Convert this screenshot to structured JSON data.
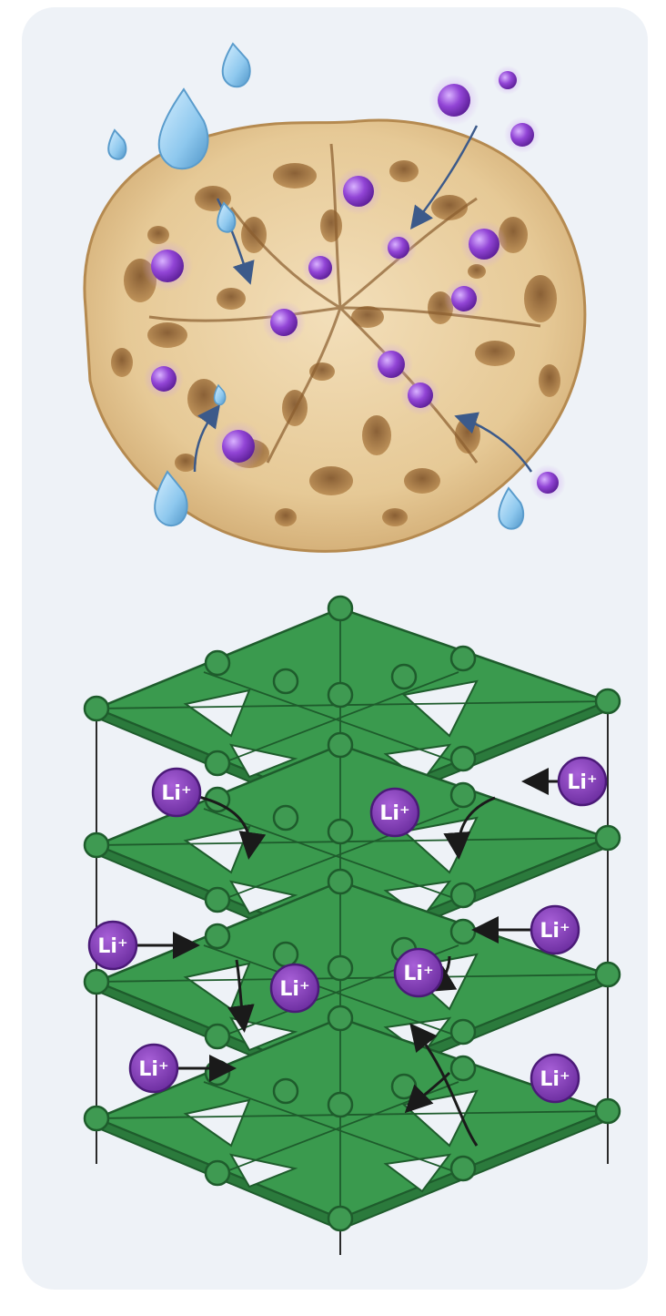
{
  "colors": {
    "card_background": "#eef2f7",
    "sponge_fill": "#e8cfa3",
    "sponge_pore": "#a97a45",
    "water_drop": "#8ec8ee",
    "ion_purple": "#8a3cc4",
    "ion_glow": "#c89cf0",
    "lattice_green": "#3a9a4e",
    "lattice_edge": "#1e5c2c",
    "arrow": "#1a1a1a",
    "flow_arrow": "#3c5a8a"
  },
  "sponge": {
    "water_drop_icon": "water-drop-icon",
    "ion_icon": "ion-sphere-icon"
  },
  "lattice": {
    "ion_labels": [
      {
        "text": "Li⁺"
      },
      {
        "text": "Li⁺"
      },
      {
        "text": "Li⁺"
      },
      {
        "text": "Li⁺"
      },
      {
        "text": "Li⁺"
      },
      {
        "text": "Li⁺"
      },
      {
        "text": "Li⁺"
      },
      {
        "text": "Li⁺"
      },
      {
        "text": "Li⁺"
      }
    ]
  }
}
